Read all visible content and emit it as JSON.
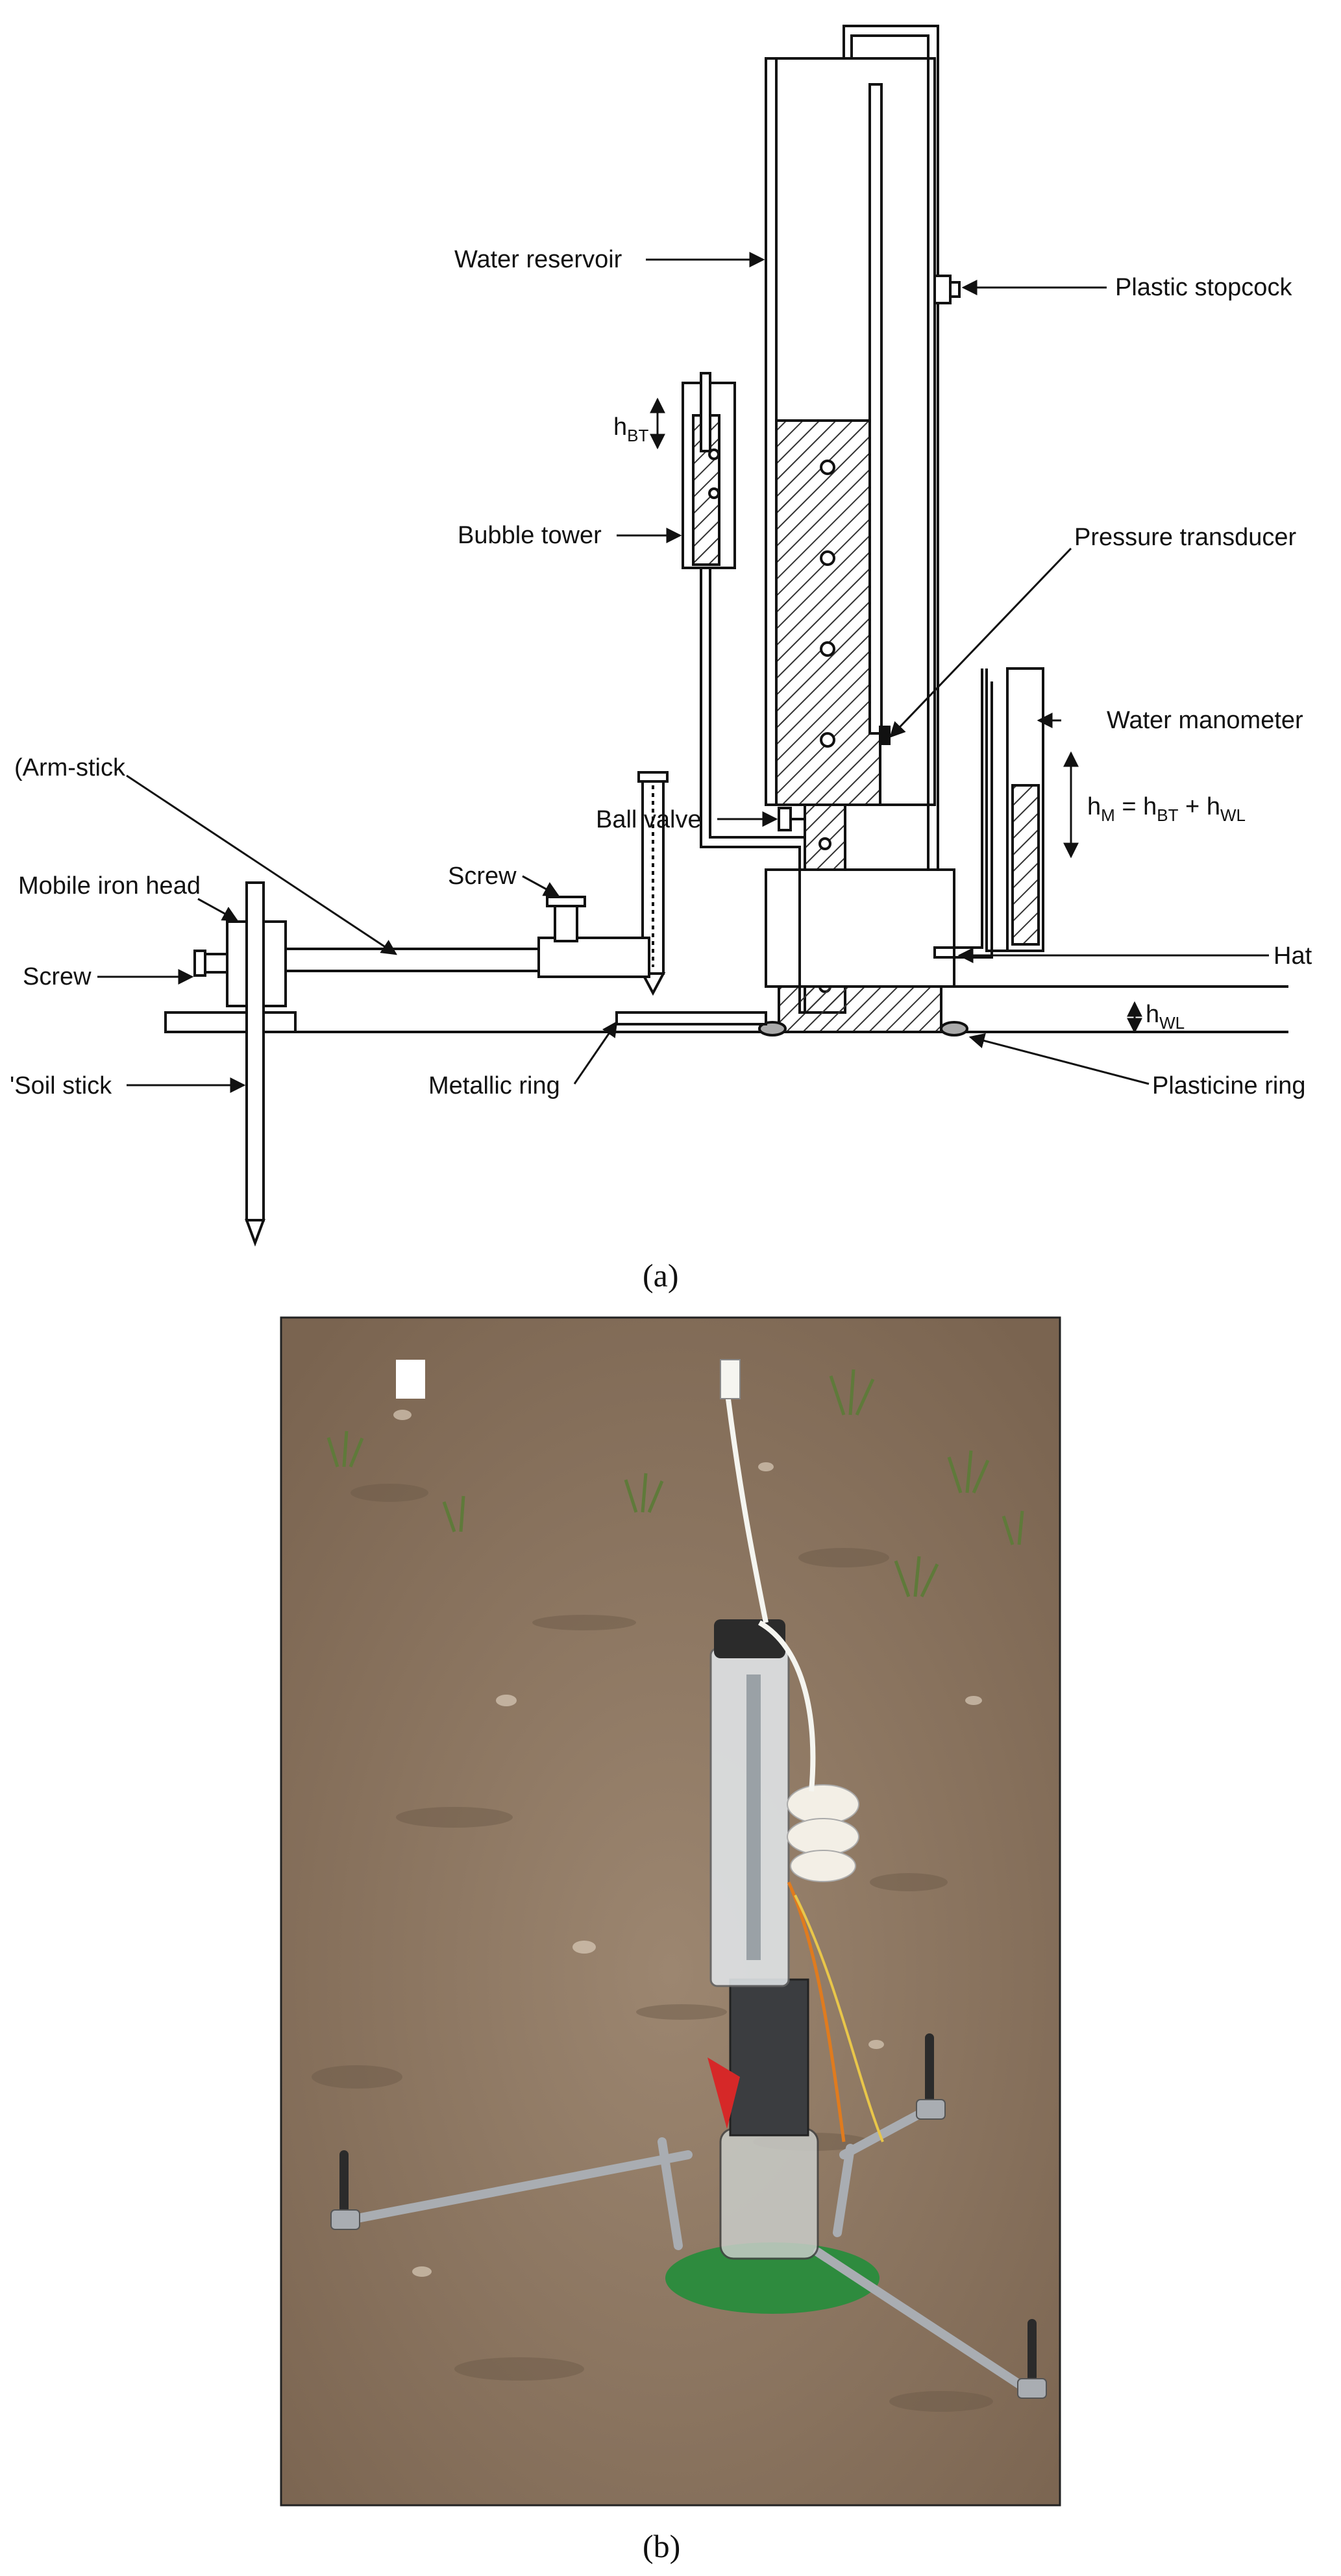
{
  "labels": {
    "water_reservoir": "Water reservoir",
    "plastic_stopcock": "Plastic stopcock",
    "bubble_tower": "Bubble tower",
    "pressure_transducer": "Pressure transducer",
    "water_manometer": "Water manometer",
    "arm_stick": "(Arm-stick",
    "ball_valve": "Ball valve",
    "screw_right": "Screw",
    "mobile_iron_head": "Mobile iron head",
    "screw_left": "Screw",
    "hat": "Hat",
    "soil_stick": "'Soil stick",
    "metallic_ring": "Metallic ring",
    "plasticine_ring": "Plasticine ring"
  },
  "symbols": {
    "h": "h",
    "bt_sub": "BT",
    "m_sub": "M",
    "wl_sub": "WL",
    "equals": " = ",
    "plus": " + "
  },
  "captions": {
    "a": "(a)",
    "b": "(b)"
  },
  "colors": {
    "line": "#111111",
    "hatch": "#333333",
    "soil": "#8a7560",
    "soil_dark": "#6b5846",
    "grass": "#5f7a3a",
    "green_plate": "#2e8b3e",
    "metal": "#a9adb2",
    "clip_red": "#d62828"
  }
}
